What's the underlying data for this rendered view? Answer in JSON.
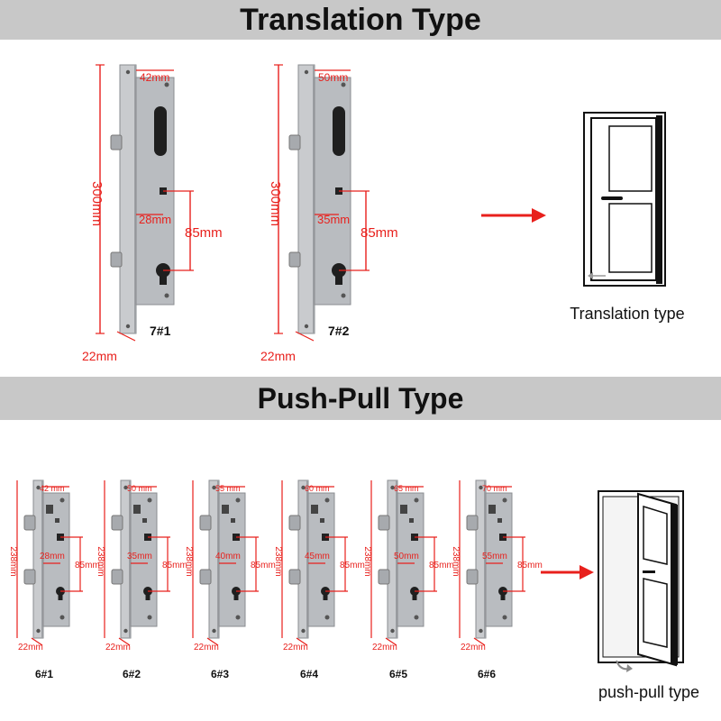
{
  "sections": {
    "translation_title": "Translation Type",
    "push_pull_title": "Push-Pull Type"
  },
  "translation_locks": [
    {
      "model": "7#1",
      "height": "300mm",
      "face": "22mm",
      "backset": "42mm",
      "gap": "28mm",
      "center": "85mm"
    },
    {
      "model": "7#2",
      "height": "300mm",
      "face": "22mm",
      "backset": "50mm",
      "gap": "35mm",
      "center": "85mm"
    }
  ],
  "translation_door_label": "Translation type",
  "push_pull_locks": [
    {
      "model": "6#1",
      "height": "238mm",
      "face": "22mm",
      "backset": "42 mm",
      "gap": "28mm",
      "center": "85mm"
    },
    {
      "model": "6#2",
      "height": "238mm",
      "face": "22mm",
      "backset": "50 mm",
      "gap": "35mm",
      "center": "85mm"
    },
    {
      "model": "6#3",
      "height": "238mm",
      "face": "22mm",
      "backset": "55 mm",
      "gap": "40mm",
      "center": "85mm"
    },
    {
      "model": "6#4",
      "height": "238mm",
      "face": "22mm",
      "backset": "60 mm",
      "gap": "45mm",
      "center": "85mm"
    },
    {
      "model": "6#5",
      "height": "238mm",
      "face": "22mm",
      "backset": "65 mm",
      "gap": "50mm",
      "center": "85mm"
    },
    {
      "model": "6#6",
      "height": "238mm",
      "face": "22mm",
      "backset": "70 mm",
      "gap": "55mm",
      "center": "85mm"
    }
  ],
  "push_pull_door_label": "push-pull type",
  "colors": {
    "dimension": "#e8201c",
    "banner": "#c8c8c8",
    "steel": "#b9bcc0"
  }
}
